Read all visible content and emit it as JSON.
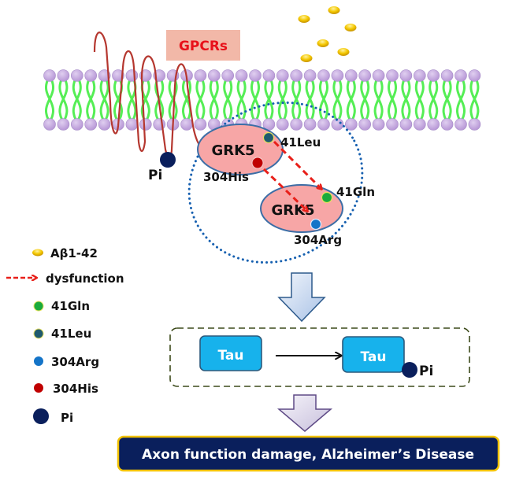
{
  "diagram": {
    "receptor_label": "GPCRs",
    "ligand_name": "Aβ1-42",
    "kinase_wildtype": {
      "label": "GRK5",
      "sites": [
        {
          "name": "41Leu",
          "color": "#1f5a6e"
        },
        {
          "name": "304His",
          "color": "#c00000"
        }
      ]
    },
    "kinase_variant": {
      "label": "GRK5",
      "sites": [
        {
          "name": "41Gln",
          "color": "#1aaa3c"
        },
        {
          "name": "304Arg",
          "color": "#1474c8"
        }
      ]
    },
    "phosphate_label": "Pi",
    "tau_step": {
      "from_label": "Tau",
      "to_label": "Tau",
      "to_phosphate_label": "Pi"
    },
    "outcome": "Axon function damage, Alzheimer’s Disease"
  },
  "legend": {
    "items": [
      {
        "label": "Aβ1-42",
        "icon": "amyloid-beta-pellet"
      },
      {
        "label": "dysfunction",
        "icon": "dashed-red-arrow"
      },
      {
        "label": "41Gln",
        "icon": "green-dot"
      },
      {
        "label": "41Leu",
        "icon": "dark-teal-dot"
      },
      {
        "label": "304Arg",
        "icon": "blue-dot"
      },
      {
        "label": "304His",
        "icon": "red-dot"
      },
      {
        "label": "Pi",
        "icon": "navy-dot"
      }
    ]
  },
  "colors": {
    "receptor": "#b5372f",
    "receptor_label_bg": "#f2b8a8",
    "receptor_label_text": "#e8111a",
    "lipid_head": "#c3a6dc",
    "lipid_tail": "#55ee55",
    "kinase_fill": "#f7a6a6",
    "kinase_stroke": "#3c6ea6",
    "dysfunction_arrow": "#e8201a",
    "complex_outline": "#1660b0",
    "tau_fill": "#17b2ec",
    "tau_stroke": "#2d5a7c",
    "phosphate": "#0a1f5c",
    "outcome_bg": "#0a1f5c",
    "outcome_border": "#f2c200",
    "amyloid": "#f2c200"
  }
}
